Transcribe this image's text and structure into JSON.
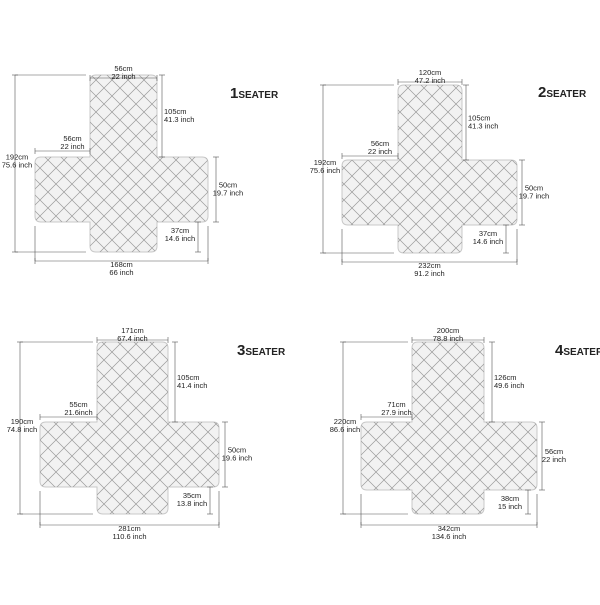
{
  "colors": {
    "cover_fill": "#f2f2f2",
    "cover_stroke": "#c8c8c8",
    "quilt_line": "#9a9a9a",
    "dimension_line": "#555555",
    "text": "#222222"
  },
  "panels": [
    {
      "title_num": "1",
      "title_word": "SEATER",
      "back_width": [
        "56cm",
        "22 inch"
      ],
      "back_height": [
        "105cm",
        "41.3 inch"
      ],
      "arm_width": [
        "56cm",
        "22 inch"
      ],
      "total_height": [
        "192cm",
        "75.6 inch"
      ],
      "arm_depth": [
        "50cm",
        "19.7 inch"
      ],
      "seat_drop": [
        "37cm",
        "14.6 inch"
      ],
      "total_width": [
        "168cm",
        "66 inch"
      ]
    },
    {
      "title_num": "2",
      "title_word": "SEATER",
      "back_width": [
        "120cm",
        "47.2 inch"
      ],
      "back_height": [
        "105cm",
        "41.3 inch"
      ],
      "arm_width": [
        "56cm",
        "22 inch"
      ],
      "total_height": [
        "192cm",
        "75.6 inch"
      ],
      "arm_depth": [
        "50cm",
        "19.7 inch"
      ],
      "seat_drop": [
        "37cm",
        "14.6 inch"
      ],
      "total_width": [
        "232cm",
        "91.2 inch"
      ]
    },
    {
      "title_num": "3",
      "title_word": "SEATER",
      "back_width": [
        "171cm",
        "67.4 inch"
      ],
      "back_height": [
        "105cm",
        "41.4 inch"
      ],
      "arm_width": [
        "55cm",
        "21.6inch"
      ],
      "total_height": [
        "190cm",
        "74.8 inch"
      ],
      "arm_depth": [
        "50cm",
        "19.6 inch"
      ],
      "seat_drop": [
        "35cm",
        "13.8 inch"
      ],
      "total_width": [
        "281cm",
        "110.6 inch"
      ]
    },
    {
      "title_num": "4",
      "title_word": "SEATER",
      "back_width": [
        "200cm",
        "78.8 inch"
      ],
      "back_height": [
        "126cm",
        "49.6 inch"
      ],
      "arm_width": [
        "71cm",
        "27.9 inch"
      ],
      "total_height": [
        "220cm",
        "86.6 inch"
      ],
      "arm_depth": [
        "56cm",
        "22 inch"
      ],
      "seat_drop": [
        "38cm",
        "15 inch"
      ],
      "total_width": [
        "342cm",
        "134.6 inch"
      ]
    }
  ]
}
